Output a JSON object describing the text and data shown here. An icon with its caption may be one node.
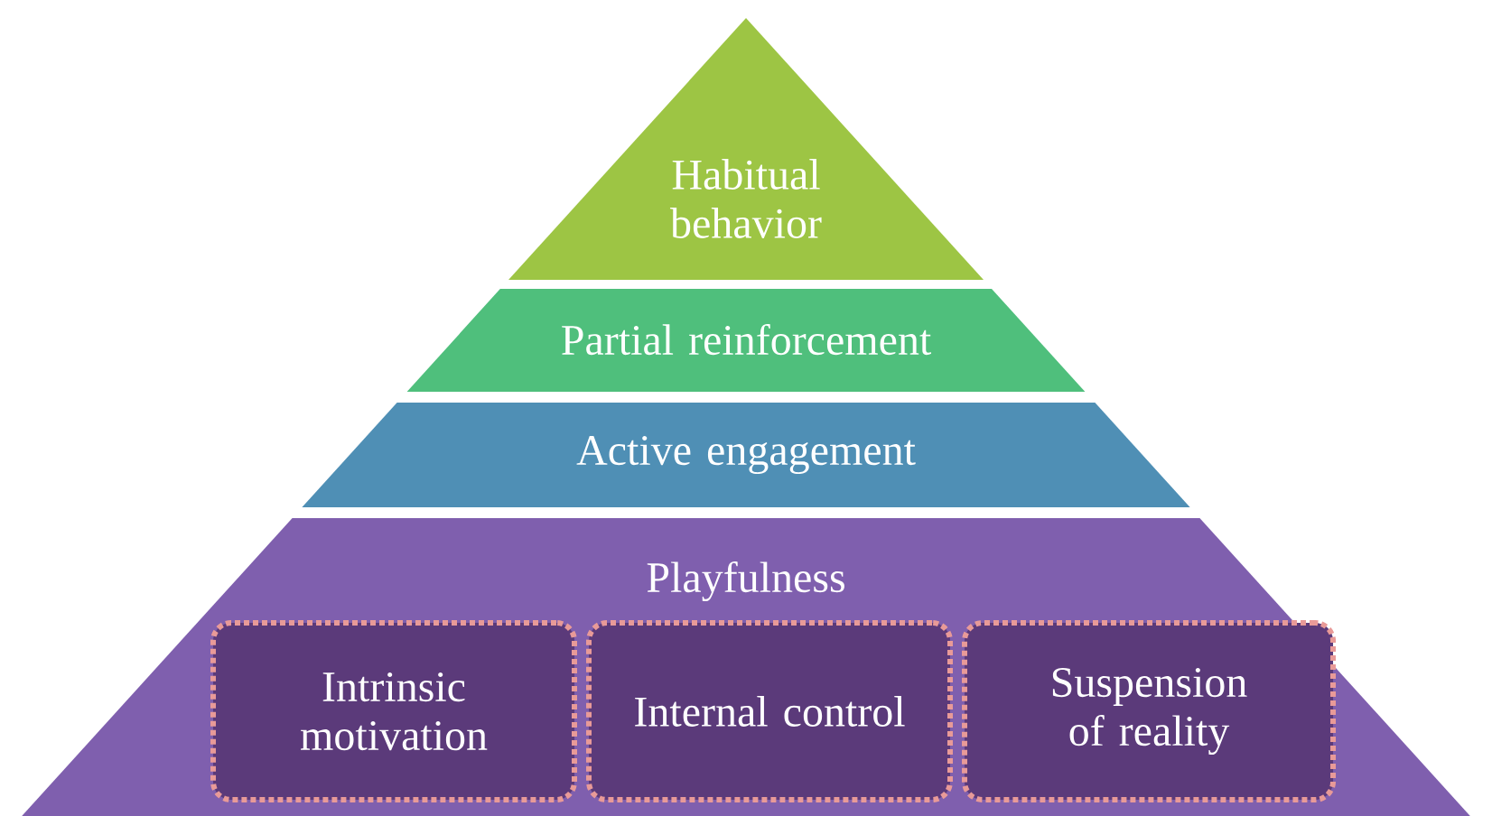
{
  "diagram": {
    "nodes": [
      {
        "text": [
          "Habitual behavior"
        ]
      },
      {
        "text": [
          "Partial reinforcement"
        ]
      },
      {
        "text": [
          "Active engagement"
        ]
      },
      {
        "text": [
          "Playfulness"
        ]
      },
      {
        "text": [
          "Intrinsic motivation"
        ],
        "in": 3
      },
      {
        "text": [
          "Internal control"
        ],
        "in": 3
      },
      {
        "text": [
          "Suspension of reality"
        ],
        "in": 3
      }
    ]
  }
}
